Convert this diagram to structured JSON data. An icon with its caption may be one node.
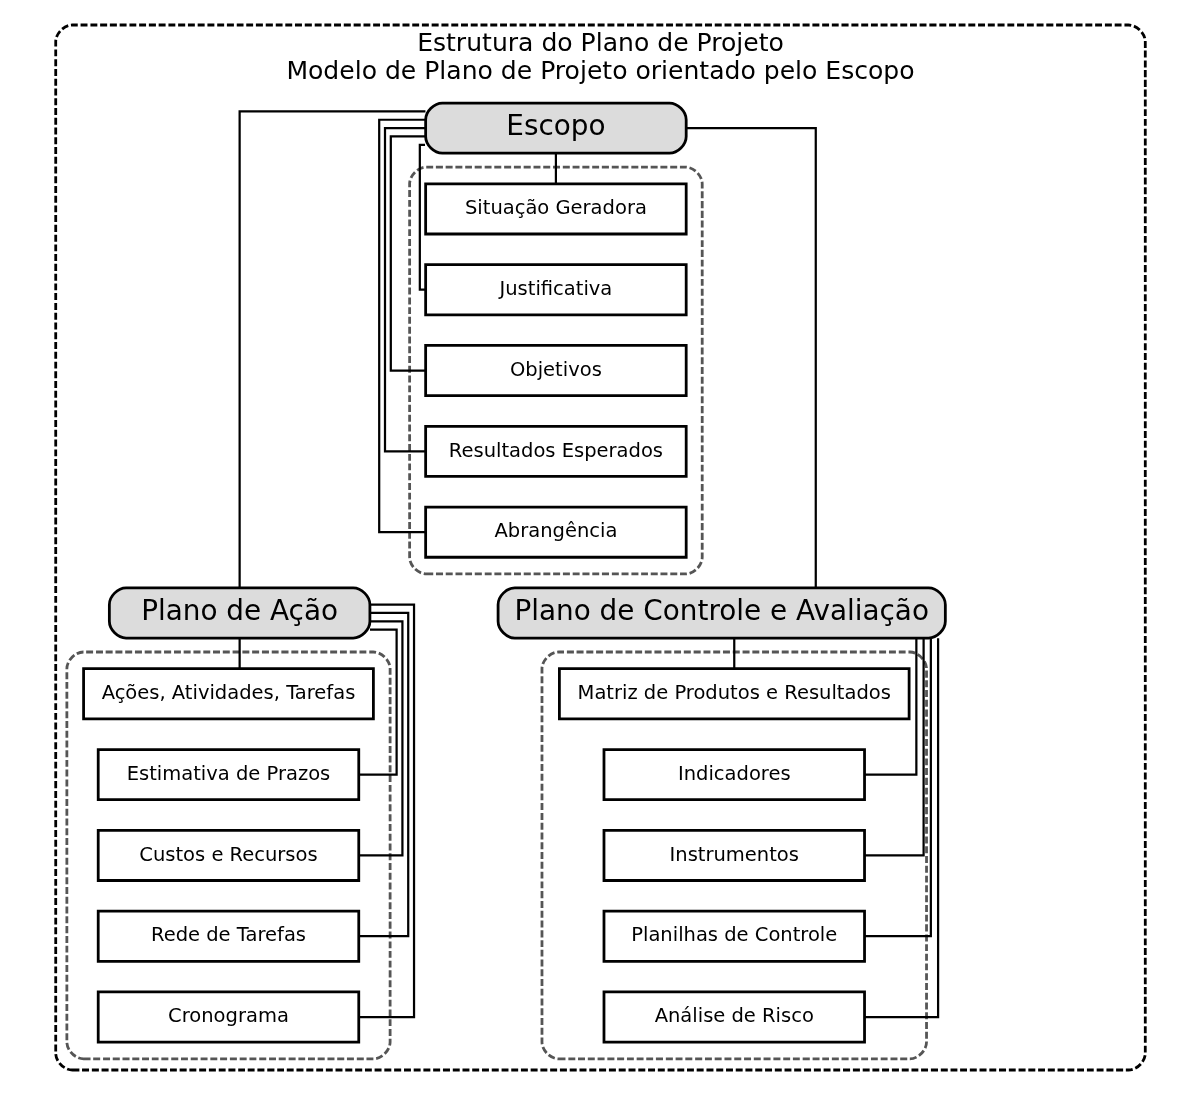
{
  "diagram": {
    "nodes": [
      {
        "text": [
          "Estrutura do Plano de Projeto",
          "Modelo de Plano de Projeto orientado pelo Escopo"
        ]
      },
      {
        "text": [
          "Escopo"
        ],
        "in": 0
      },
      {
        "text": [],
        "shape": "box",
        "in": 0
      },
      {
        "text": [
          "Situação Geradora"
        ],
        "in": 2
      },
      {
        "text": [
          "Justificativa"
        ],
        "in": 2
      },
      {
        "text": [
          "Objetivos"
        ],
        "in": 2
      },
      {
        "text": [
          "Resultados Esperados"
        ],
        "in": 2
      },
      {
        "text": [
          "Abrangência"
        ],
        "in": 2
      },
      {
        "text": [
          "Plano de Ação"
        ],
        "in": 0
      },
      {
        "text": [],
        "shape": "box",
        "in": 0
      },
      {
        "text": [
          "Ações, Atividades, Tarefas"
        ],
        "in": 9
      },
      {
        "text": [
          "Estimativa de Prazos"
        ],
        "in": 9
      },
      {
        "text": [
          "Custos e Recursos"
        ],
        "in": 9
      },
      {
        "text": [
          "Rede de Tarefas"
        ],
        "in": 9
      },
      {
        "text": [
          "Cronograma"
        ],
        "in": 9
      },
      {
        "text": [
          "Plano de Controle e Avaliação"
        ],
        "in": 0
      },
      {
        "text": [],
        "shape": "box",
        "in": 0
      },
      {
        "text": [
          "Matriz de Produtos e Resultados"
        ],
        "in": 16
      },
      {
        "text": [
          "Indicadores"
        ],
        "in": 16
      },
      {
        "text": [
          "Instrumentos"
        ],
        "in": 16
      },
      {
        "text": [
          "Planilhas de Controle"
        ],
        "in": 16
      },
      {
        "text": [
          "Análise de Risco"
        ],
        "in": 16
      }
    ],
    "edges": [
      {
        "from": 1,
        "to": 8,
        "arrow": "none"
      },
      {
        "from": 1,
        "to": 15,
        "arrow": "none"
      },
      {
        "from": 1,
        "to": 3,
        "arrow": "none"
      },
      {
        "from": 1,
        "to": 4,
        "arrow": "none"
      },
      {
        "from": 1,
        "to": 5,
        "arrow": "none"
      },
      {
        "from": 1,
        "to": 6,
        "arrow": "none"
      },
      {
        "from": 1,
        "to": 7,
        "arrow": "none"
      },
      {
        "from": 8,
        "to": 10,
        "arrow": "none"
      },
      {
        "from": 8,
        "to": 11,
        "arrow": "none"
      },
      {
        "from": 8,
        "to": 12,
        "arrow": "none"
      },
      {
        "from": 8,
        "to": 13,
        "arrow": "none"
      },
      {
        "from": 8,
        "to": 14,
        "arrow": "none"
      },
      {
        "from": 15,
        "to": 17,
        "arrow": "none"
      },
      {
        "from": 15,
        "to": 18,
        "arrow": "none"
      },
      {
        "from": 15,
        "to": 19,
        "arrow": "none"
      },
      {
        "from": 15,
        "to": 20,
        "arrow": "none"
      },
      {
        "from": 15,
        "to": 21,
        "arrow": "none"
      }
    ]
  }
}
